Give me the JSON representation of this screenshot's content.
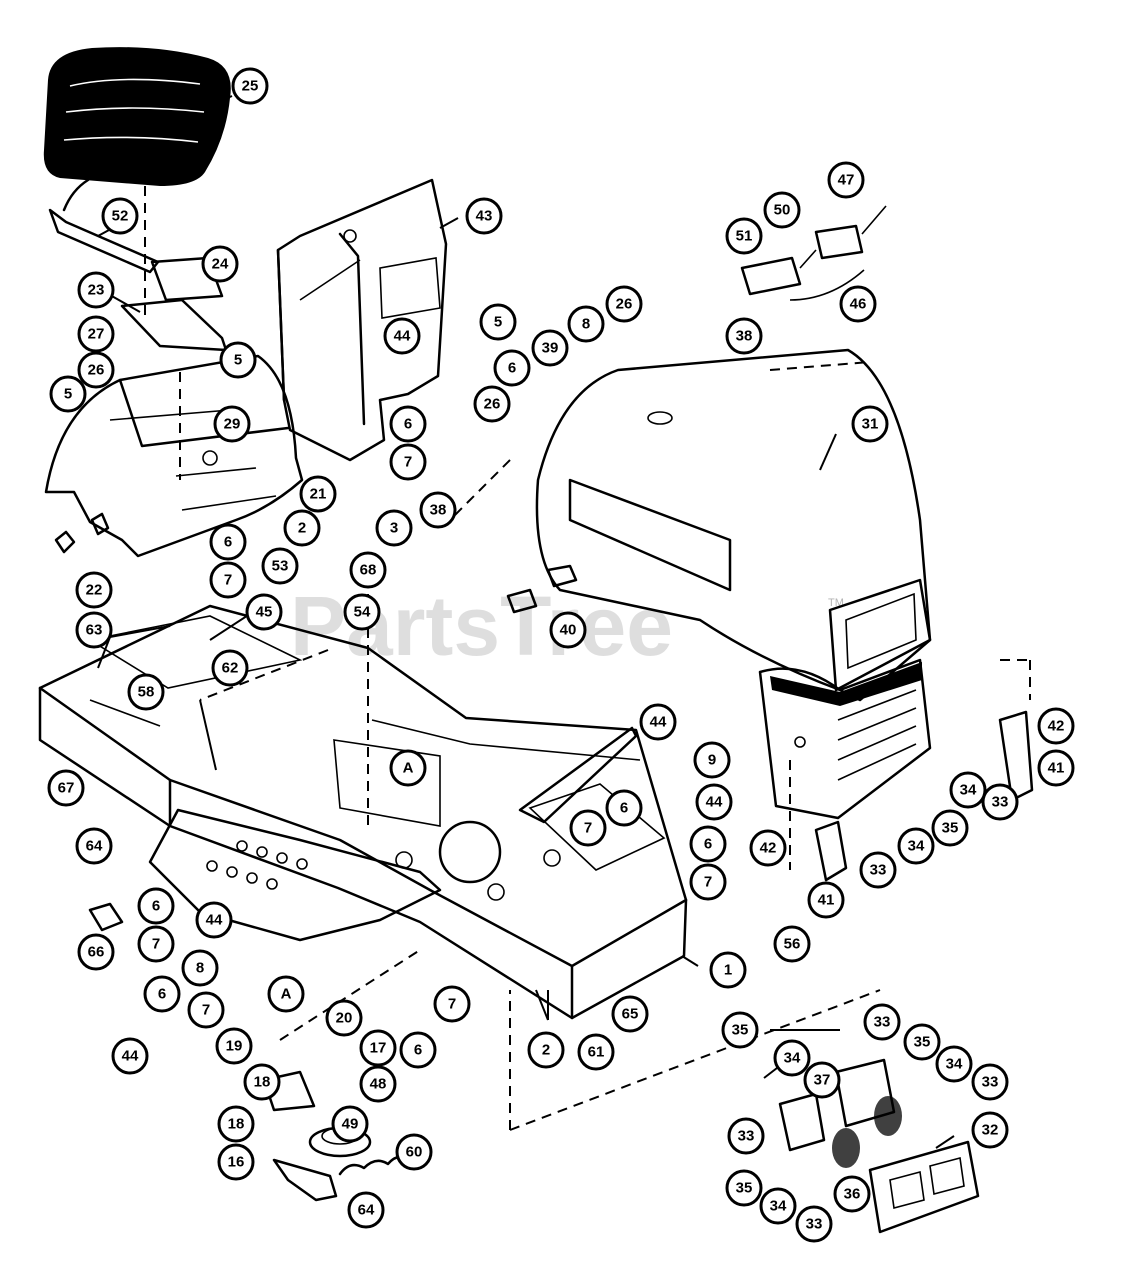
{
  "watermark": {
    "text": "PartsTree",
    "tm": "TM"
  },
  "callouts": [
    {
      "label": "25"
    },
    {
      "label": "52"
    },
    {
      "label": "24"
    },
    {
      "label": "23"
    },
    {
      "label": "27"
    },
    {
      "label": "26"
    },
    {
      "label": "5"
    },
    {
      "label": "5"
    },
    {
      "label": "29"
    },
    {
      "label": "21"
    },
    {
      "label": "22"
    },
    {
      "label": "6"
    },
    {
      "label": "7"
    },
    {
      "label": "2"
    },
    {
      "label": "3"
    },
    {
      "label": "53"
    },
    {
      "label": "68"
    },
    {
      "label": "54"
    },
    {
      "label": "43"
    },
    {
      "label": "44"
    },
    {
      "label": "5"
    },
    {
      "label": "6"
    },
    {
      "label": "7"
    },
    {
      "label": "47"
    },
    {
      "label": "50"
    },
    {
      "label": "51"
    },
    {
      "label": "46"
    },
    {
      "label": "26"
    },
    {
      "label": "8"
    },
    {
      "label": "39"
    },
    {
      "label": "6"
    },
    {
      "label": "26"
    },
    {
      "label": "38"
    },
    {
      "label": "31"
    },
    {
      "label": "38"
    },
    {
      "label": "40"
    },
    {
      "label": "63"
    },
    {
      "label": "45"
    },
    {
      "label": "62"
    },
    {
      "label": "58"
    },
    {
      "label": "A"
    },
    {
      "label": "67"
    },
    {
      "label": "64"
    },
    {
      "label": "44"
    },
    {
      "label": "9"
    },
    {
      "label": "44"
    },
    {
      "label": "6"
    },
    {
      "label": "7"
    },
    {
      "label": "6"
    },
    {
      "label": "7"
    },
    {
      "label": "42"
    },
    {
      "label": "41"
    },
    {
      "label": "33"
    },
    {
      "label": "34"
    },
    {
      "label": "35"
    },
    {
      "label": "34"
    },
    {
      "label": "33"
    },
    {
      "label": "42"
    },
    {
      "label": "41"
    },
    {
      "label": "56"
    },
    {
      "label": "6"
    },
    {
      "label": "44"
    },
    {
      "label": "7"
    },
    {
      "label": "8"
    },
    {
      "label": "6"
    },
    {
      "label": "7"
    },
    {
      "label": "66"
    },
    {
      "label": "1"
    },
    {
      "label": "A"
    },
    {
      "label": "20"
    },
    {
      "label": "19"
    },
    {
      "label": "18"
    },
    {
      "label": "17"
    },
    {
      "label": "44"
    },
    {
      "label": "6"
    },
    {
      "label": "7"
    },
    {
      "label": "2"
    },
    {
      "label": "61"
    },
    {
      "label": "65"
    },
    {
      "label": "48"
    },
    {
      "label": "49"
    },
    {
      "label": "18"
    },
    {
      "label": "16"
    },
    {
      "label": "60"
    },
    {
      "label": "64"
    },
    {
      "label": "35"
    },
    {
      "label": "33"
    },
    {
      "label": "34"
    },
    {
      "label": "37"
    },
    {
      "label": "35"
    },
    {
      "label": "34"
    },
    {
      "label": "33"
    },
    {
      "label": "33"
    },
    {
      "label": "35"
    },
    {
      "label": "34"
    },
    {
      "label": "33"
    },
    {
      "label": "36"
    },
    {
      "label": "32"
    }
  ]
}
